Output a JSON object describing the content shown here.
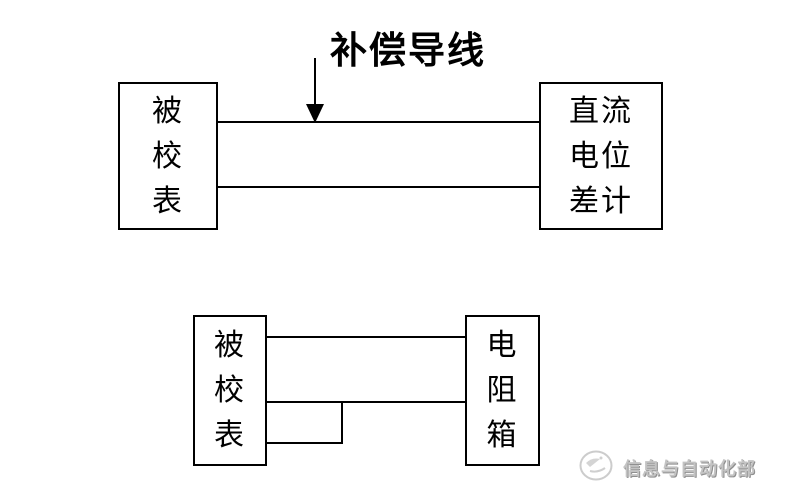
{
  "colors": {
    "line": "#000000",
    "background": "#ffffff",
    "watermark": "#c3c3c3"
  },
  "top_diagram": {
    "annotation": {
      "label": "补偿导线",
      "arrow": "down-arrow pointing to top wire"
    },
    "left_box": {
      "label": "被校表",
      "lines": [
        "被",
        "校",
        "表"
      ]
    },
    "right_box": {
      "label": "直流电位差计",
      "lines": [
        "直流",
        "电位",
        "差计"
      ]
    },
    "wires": [
      "top horizontal wire",
      "bottom horizontal wire"
    ]
  },
  "bottom_diagram": {
    "left_box": {
      "label": "被校表",
      "lines": [
        "被",
        "校",
        "表"
      ]
    },
    "right_box": {
      "label": "电阻箱",
      "lines": [
        "电",
        "阻",
        "箱"
      ]
    },
    "wires": [
      "top horizontal wire",
      "middle horizontal wire",
      "L-shaped jumper from third terminal to middle wire"
    ]
  },
  "watermark": {
    "text": "信息与自动化部",
    "logo": "emblem-icon"
  }
}
